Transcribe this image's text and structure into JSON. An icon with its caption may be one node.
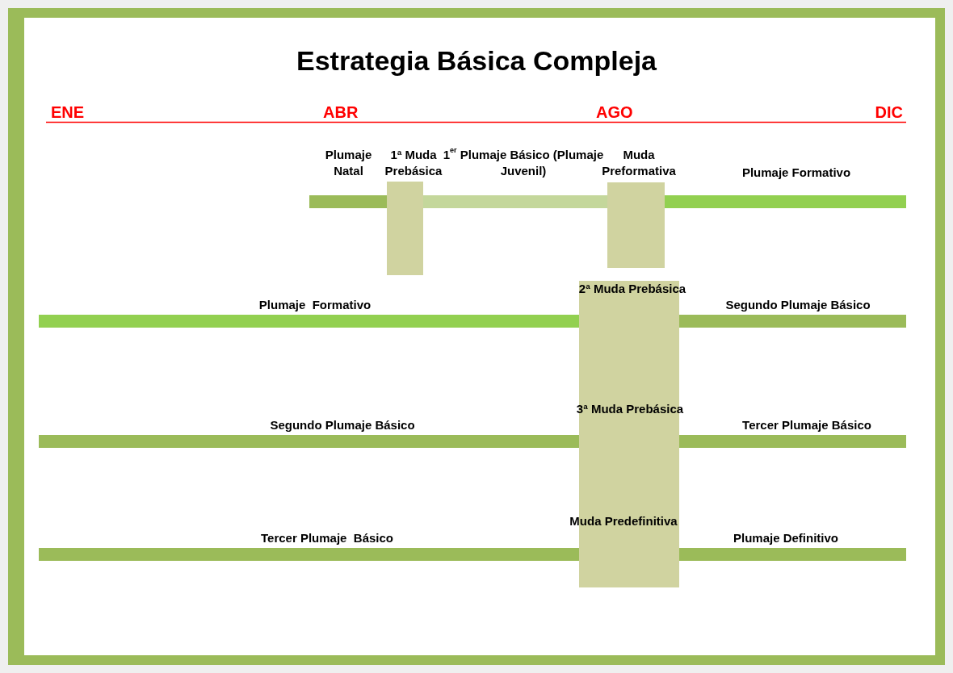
{
  "diagram": {
    "title": "Estrategia Básica Compleja",
    "nodes": [
      {
        "text": [
          "Plumaje Natal"
        ]
      },
      {
        "text": [
          "1ª Muda Prebásica"
        ]
      },
      {
        "text": [
          "1$^{er}$ Plumaje Básico (Plumaje Juvenil)"
        ]
      },
      {
        "text": [
          "Muda Preformativa"
        ]
      },
      {
        "text": [
          "Plumaje Formativo"
        ]
      },
      {
        "text": [
          "Plumaje  Formativo"
        ]
      },
      {
        "text": [
          "2ª Muda Prebásica",
          "3ª Muda Prebásica",
          "Muda Predefinitiva"
        ]
      },
      {
        "text": [
          "Segundo Plumaje Básico"
        ]
      },
      {
        "text": [
          "Segundo Plumaje Básico"
        ]
      },
      {
        "text": [
          "Tercer Plumaje Básico"
        ]
      },
      {
        "text": [
          "Tercer Plumaje  Básico"
        ]
      },
      {
        "text": [
          "Plumaje Definitivo"
        ]
      }
    ],
    "labels": [
      "ENE",
      "ABR",
      "AGO",
      "DIC"
    ]
  }
}
